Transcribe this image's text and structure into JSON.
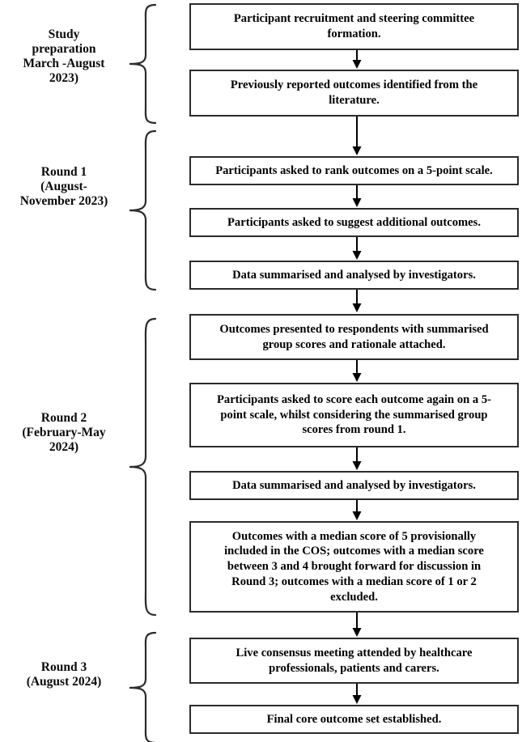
{
  "figure": {
    "type": "flowchart",
    "title": "Delphi study process flow diagram",
    "orientation": "vertical",
    "colors": {
      "box_border": "#2b2b2b",
      "text": "#000000",
      "background": "#ffffff",
      "arrow": "#000000",
      "brace": "#2b2b2b"
    }
  },
  "stages": [
    {
      "id": "study-preparation",
      "label": "Study\npreparation\nMarch -August\n2023)",
      "steps": [
        {
          "id": "step-1",
          "text": "Participant recruitment and steering committee\nformation."
        },
        {
          "id": "step-2",
          "text": "Previously reported outcomes identified from the\nliterature."
        }
      ]
    },
    {
      "id": "round-1",
      "label": "Round 1\n(August-\nNovember 2023)",
      "steps": [
        {
          "id": "step-3",
          "text": "Participants asked to rank outcomes on a 5-point scale."
        },
        {
          "id": "step-4",
          "text": "Participants asked to suggest additional outcomes."
        },
        {
          "id": "step-5",
          "text": "Data summarised and analysed by investigators."
        }
      ]
    },
    {
      "id": "round-2",
      "label": "Round 2\n(February-May\n2024)",
      "steps": [
        {
          "id": "step-6",
          "text": "Outcomes presented to respondents with summarised\ngroup scores and rationale attached."
        },
        {
          "id": "step-7",
          "text": "Participants asked to score each outcome again on a 5-\npoint scale, whilst considering the summarised group\nscores from round 1."
        },
        {
          "id": "step-8",
          "text": "Data summarised and analysed by investigators."
        },
        {
          "id": "step-9",
          "text": "Outcomes with a median score of 5 provisionally\nincluded in the COS; outcomes with a median score\nbetween 3 and 4 brought forward for discussion in\nRound 3; outcomes with a median score of 1 or 2\nexcluded."
        }
      ]
    },
    {
      "id": "round-3",
      "label": "Round 3\n(August 2024)",
      "steps": [
        {
          "id": "step-10",
          "text": "Live consensus meeting attended by healthcare\nprofessionals, patients and carers."
        },
        {
          "id": "step-11",
          "text": "Final core outcome set established."
        }
      ]
    }
  ]
}
